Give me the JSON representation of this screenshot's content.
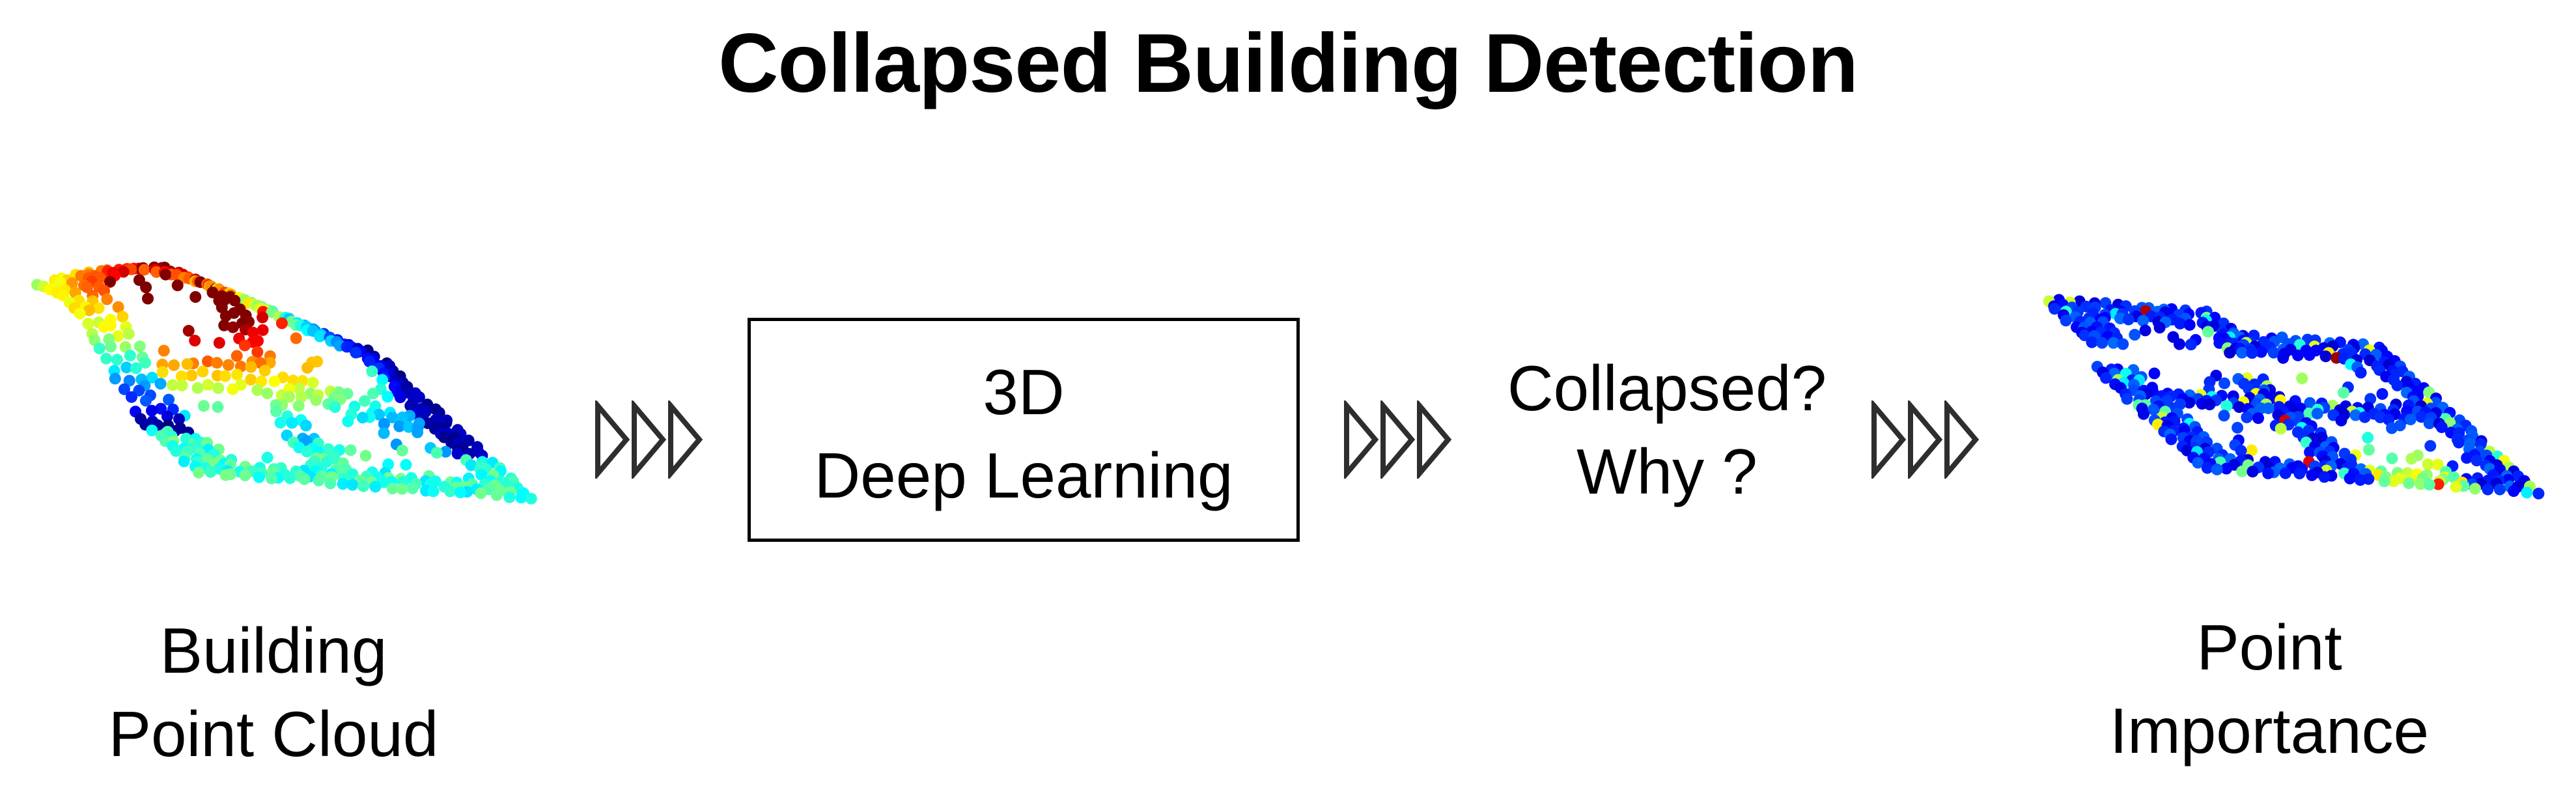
{
  "title": "Collapsed Building Detection",
  "input": {
    "line1": "Building",
    "line2": "Point Cloud"
  },
  "model": {
    "line1": "3D",
    "line2": "Deep Learning"
  },
  "question": {
    "line1": "Collapsed?",
    "line2": "Why ?"
  },
  "output": {
    "line1": "Point",
    "line2": "Importance"
  },
  "colors": {
    "colormap": "jet",
    "arrow_stroke": "#2e2e2e",
    "arrow_fill": "#ffffff"
  }
}
